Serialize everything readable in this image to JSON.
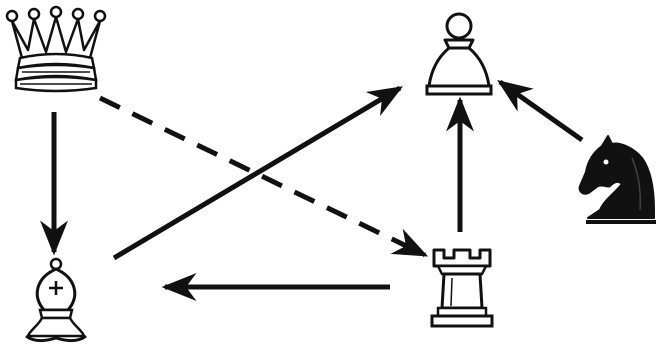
{
  "diagram": {
    "pieces": [
      {
        "id": "queen",
        "color": "white",
        "icon": "chess-queen-icon"
      },
      {
        "id": "pawn",
        "color": "white",
        "icon": "chess-pawn-icon"
      },
      {
        "id": "knight",
        "color": "black",
        "icon": "chess-knight-icon"
      },
      {
        "id": "bishop",
        "color": "white",
        "icon": "chess-bishop-icon"
      },
      {
        "id": "rook",
        "color": "white",
        "icon": "chess-rook-icon"
      }
    ],
    "arrows": [
      {
        "from": "queen",
        "to": "bishop",
        "style": "solid"
      },
      {
        "from": "queen",
        "to": "rook",
        "style": "dashed"
      },
      {
        "from": "bishop",
        "to": "pawn",
        "style": "solid"
      },
      {
        "from": "rook",
        "to": "bishop",
        "style": "solid"
      },
      {
        "from": "rook",
        "to": "pawn",
        "style": "solid"
      },
      {
        "from": "knight",
        "to": "pawn",
        "style": "solid"
      }
    ],
    "colors": {
      "ink": "#111111",
      "paper": "#ffffff"
    }
  }
}
